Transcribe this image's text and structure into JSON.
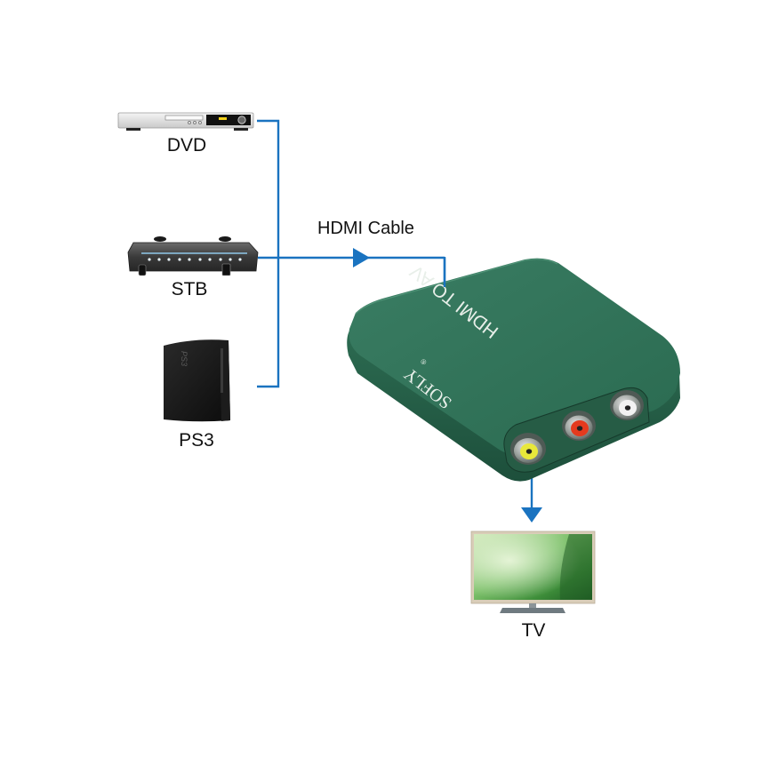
{
  "diagram": {
    "title": "HDMI to AV converter connection diagram",
    "colors": {
      "connector_line": "#1a73c0",
      "device_green": "#2e6e55",
      "device_green_dark": "#1f5440",
      "rca_yellow": "#e8e83a",
      "rca_red": "#e53a1e",
      "rca_white": "#f2f2f2",
      "background": "#ffffff"
    },
    "sources": [
      {
        "id": "dvd",
        "label": "DVD",
        "icon": "dvd-player-icon"
      },
      {
        "id": "stb",
        "label": "STB",
        "icon": "set-top-box-icon"
      },
      {
        "id": "ps3",
        "label": "PS3",
        "icon": "ps3-console-icon",
        "badge": "PS3"
      }
    ],
    "cable_label": "HDMI Cable",
    "converter": {
      "brand": "SOFLY",
      "brand_mark": "®",
      "model_text": "HDMI TO AV",
      "ports": [
        {
          "id": "video",
          "color": "yellow"
        },
        {
          "id": "audio-right",
          "color": "red"
        },
        {
          "id": "audio-left",
          "color": "white"
        }
      ]
    },
    "output": {
      "id": "tv",
      "label": "TV",
      "icon": "tv-icon"
    }
  }
}
